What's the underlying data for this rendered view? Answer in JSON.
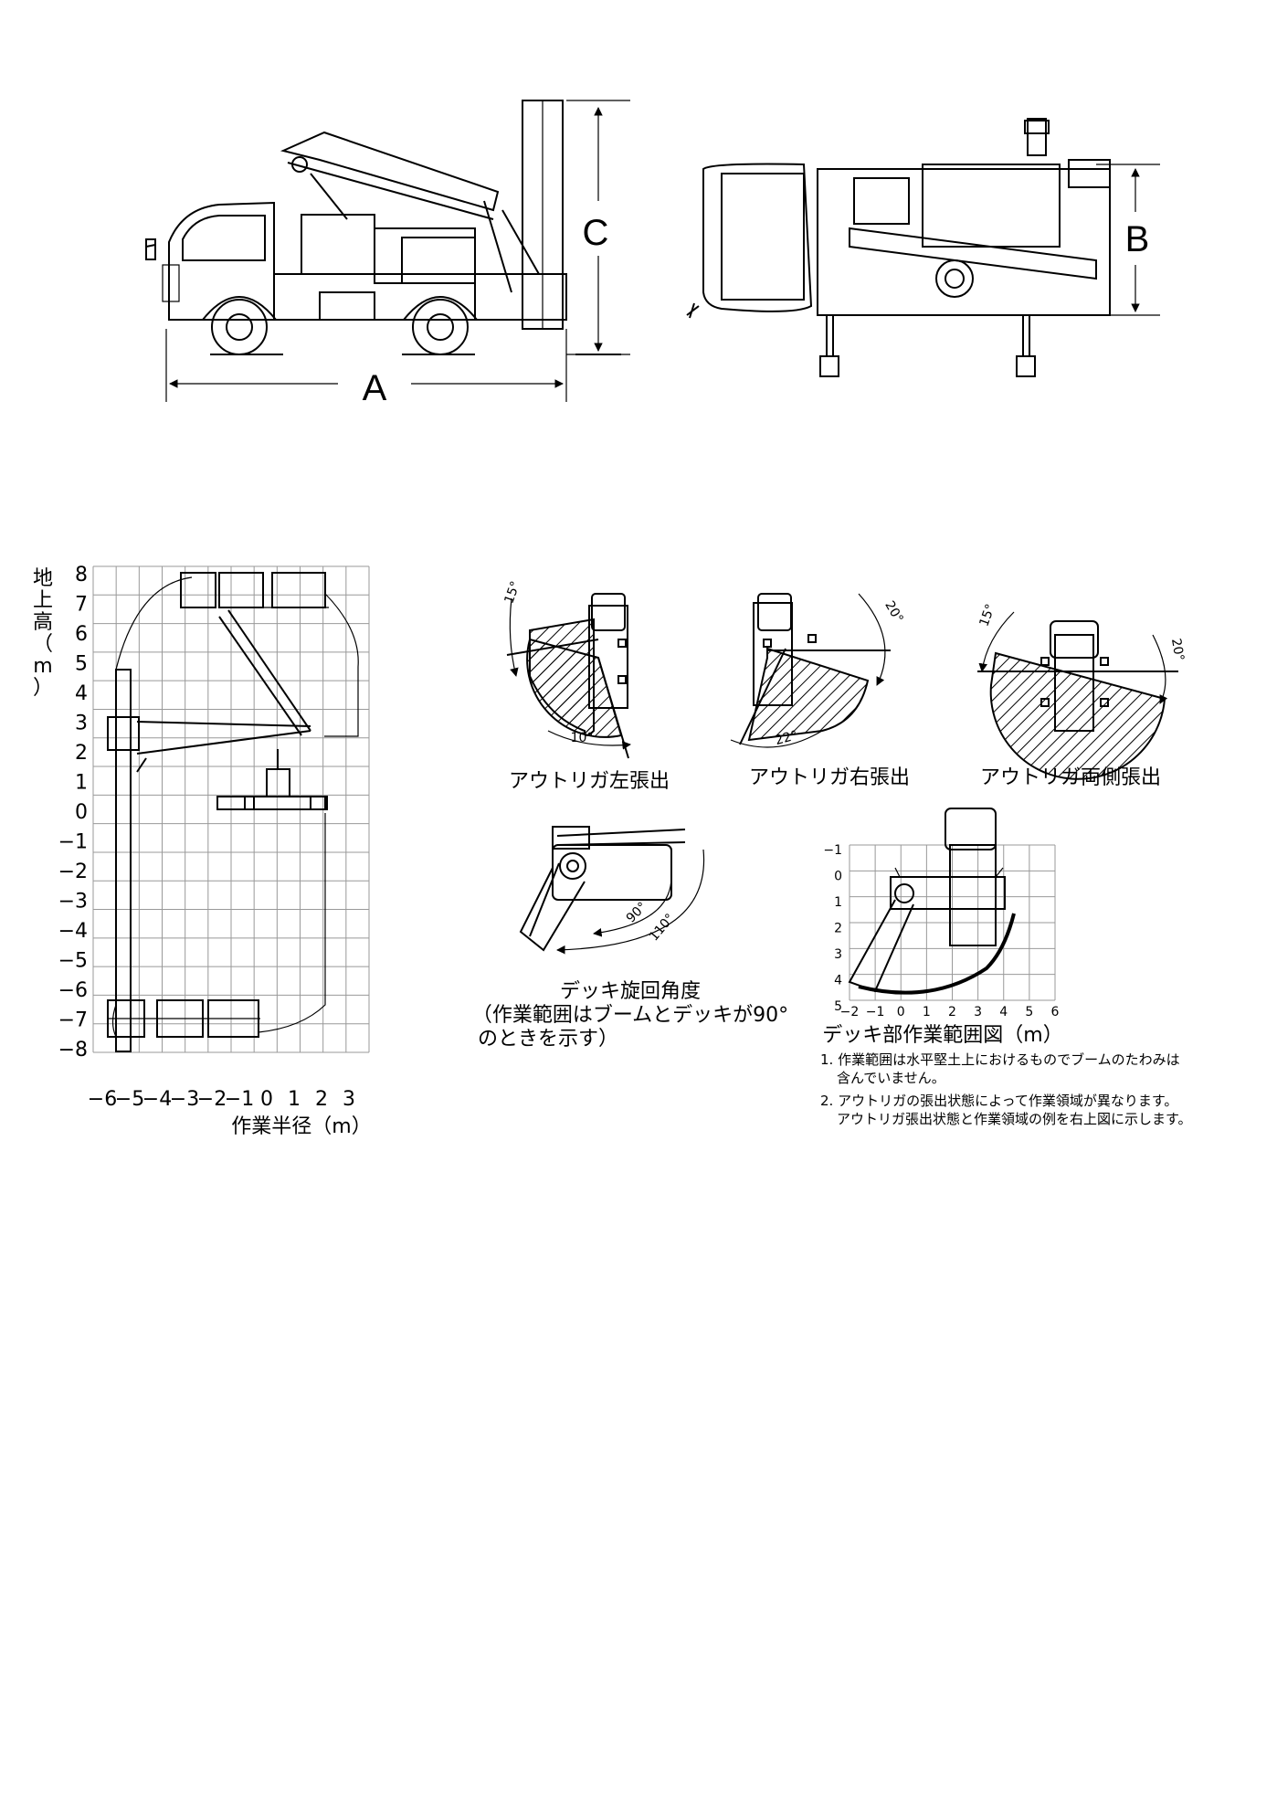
{
  "dimension_labels": {
    "a": "A",
    "b": "B",
    "c": "C"
  },
  "height_chart": {
    "ylabel_chars": [
      "地",
      "上",
      "高",
      "（",
      "m",
      "）"
    ],
    "y_ticks": [
      "8",
      "7",
      "6",
      "5",
      "4",
      "3",
      "2",
      "1",
      "0",
      "−1",
      "−2",
      "−3",
      "−4",
      "−5",
      "−6",
      "−7",
      "−8"
    ],
    "x_ticks": [
      "−6",
      "−5",
      "−4",
      "−3",
      "−2",
      "−1",
      "0",
      "1",
      "2",
      "3"
    ],
    "xlabel": "作業半径（m）"
  },
  "outrigger": {
    "left": {
      "caption": "アウトリガ左張出",
      "angle_a": "15°",
      "angle_b": "10°"
    },
    "right": {
      "caption": "アウトリガ右張出",
      "angle_a": "20°",
      "angle_b": "22°"
    },
    "both": {
      "caption": "アウトリガ両側張出",
      "angle_a": "15°",
      "angle_b": "20°"
    }
  },
  "deck_rotation": {
    "angle_a": "90°",
    "angle_b": "110°",
    "caption_lines": [
      "デッキ旋回角度",
      "（作業範囲はブームとデッキが90°",
      "のときを示す）"
    ]
  },
  "deck_range": {
    "y_ticks": [
      "−1",
      "0",
      "1",
      "2",
      "3",
      "4",
      "5"
    ],
    "x_ticks": [
      "−2",
      "−1",
      "0",
      "1",
      "2",
      "3",
      "4",
      "5",
      "6"
    ],
    "caption": "デッキ部作業範囲図（m）"
  },
  "notes": [
    "1. 作業範囲は水平堅土上におけるものでブームのたわみは",
    "含んでいません。",
    "2. アウトリガの張出状態によって作業領域が異なります。",
    "アウトリガ張出状態と作業領域の例を右上図に示します。"
  ]
}
